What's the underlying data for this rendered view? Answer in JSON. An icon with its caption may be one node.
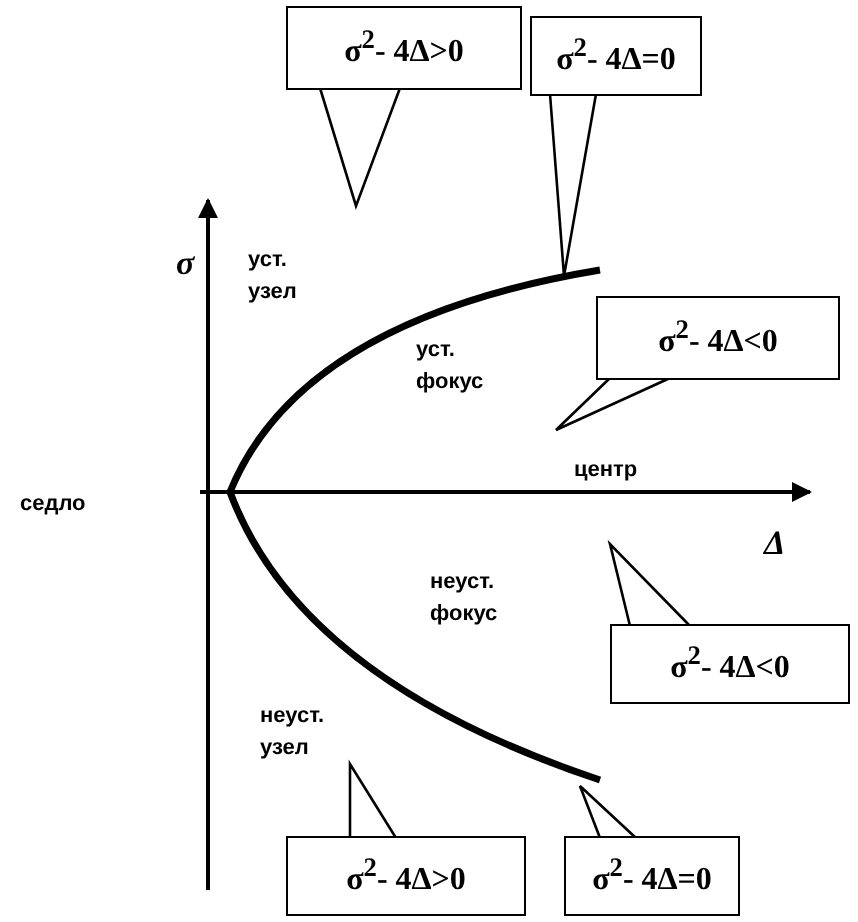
{
  "diagram": {
    "nodes": [
      {
        "text": [
          "σ$^{2}$- 4Δ>0"
        ]
      },
      {
        "text": [
          "σ$^{2}$- 4Δ=0"
        ]
      },
      {
        "text": [
          "σ$^{2}$- 4Δ<0"
        ]
      },
      {
        "text": [
          "σ$^{2}$- 4Δ<0"
        ]
      },
      {
        "text": [
          "σ$^{2}$- 4Δ>0"
        ]
      },
      {
        "text": [
          "σ$^{2}$- 4Δ=0"
        ]
      }
    ],
    "labels": [
      "σ",
      "уст. узел",
      "уст. фокус",
      "седло",
      "центр",
      "Δ",
      "неуст. фокус",
      "неуст. узел"
    ]
  }
}
